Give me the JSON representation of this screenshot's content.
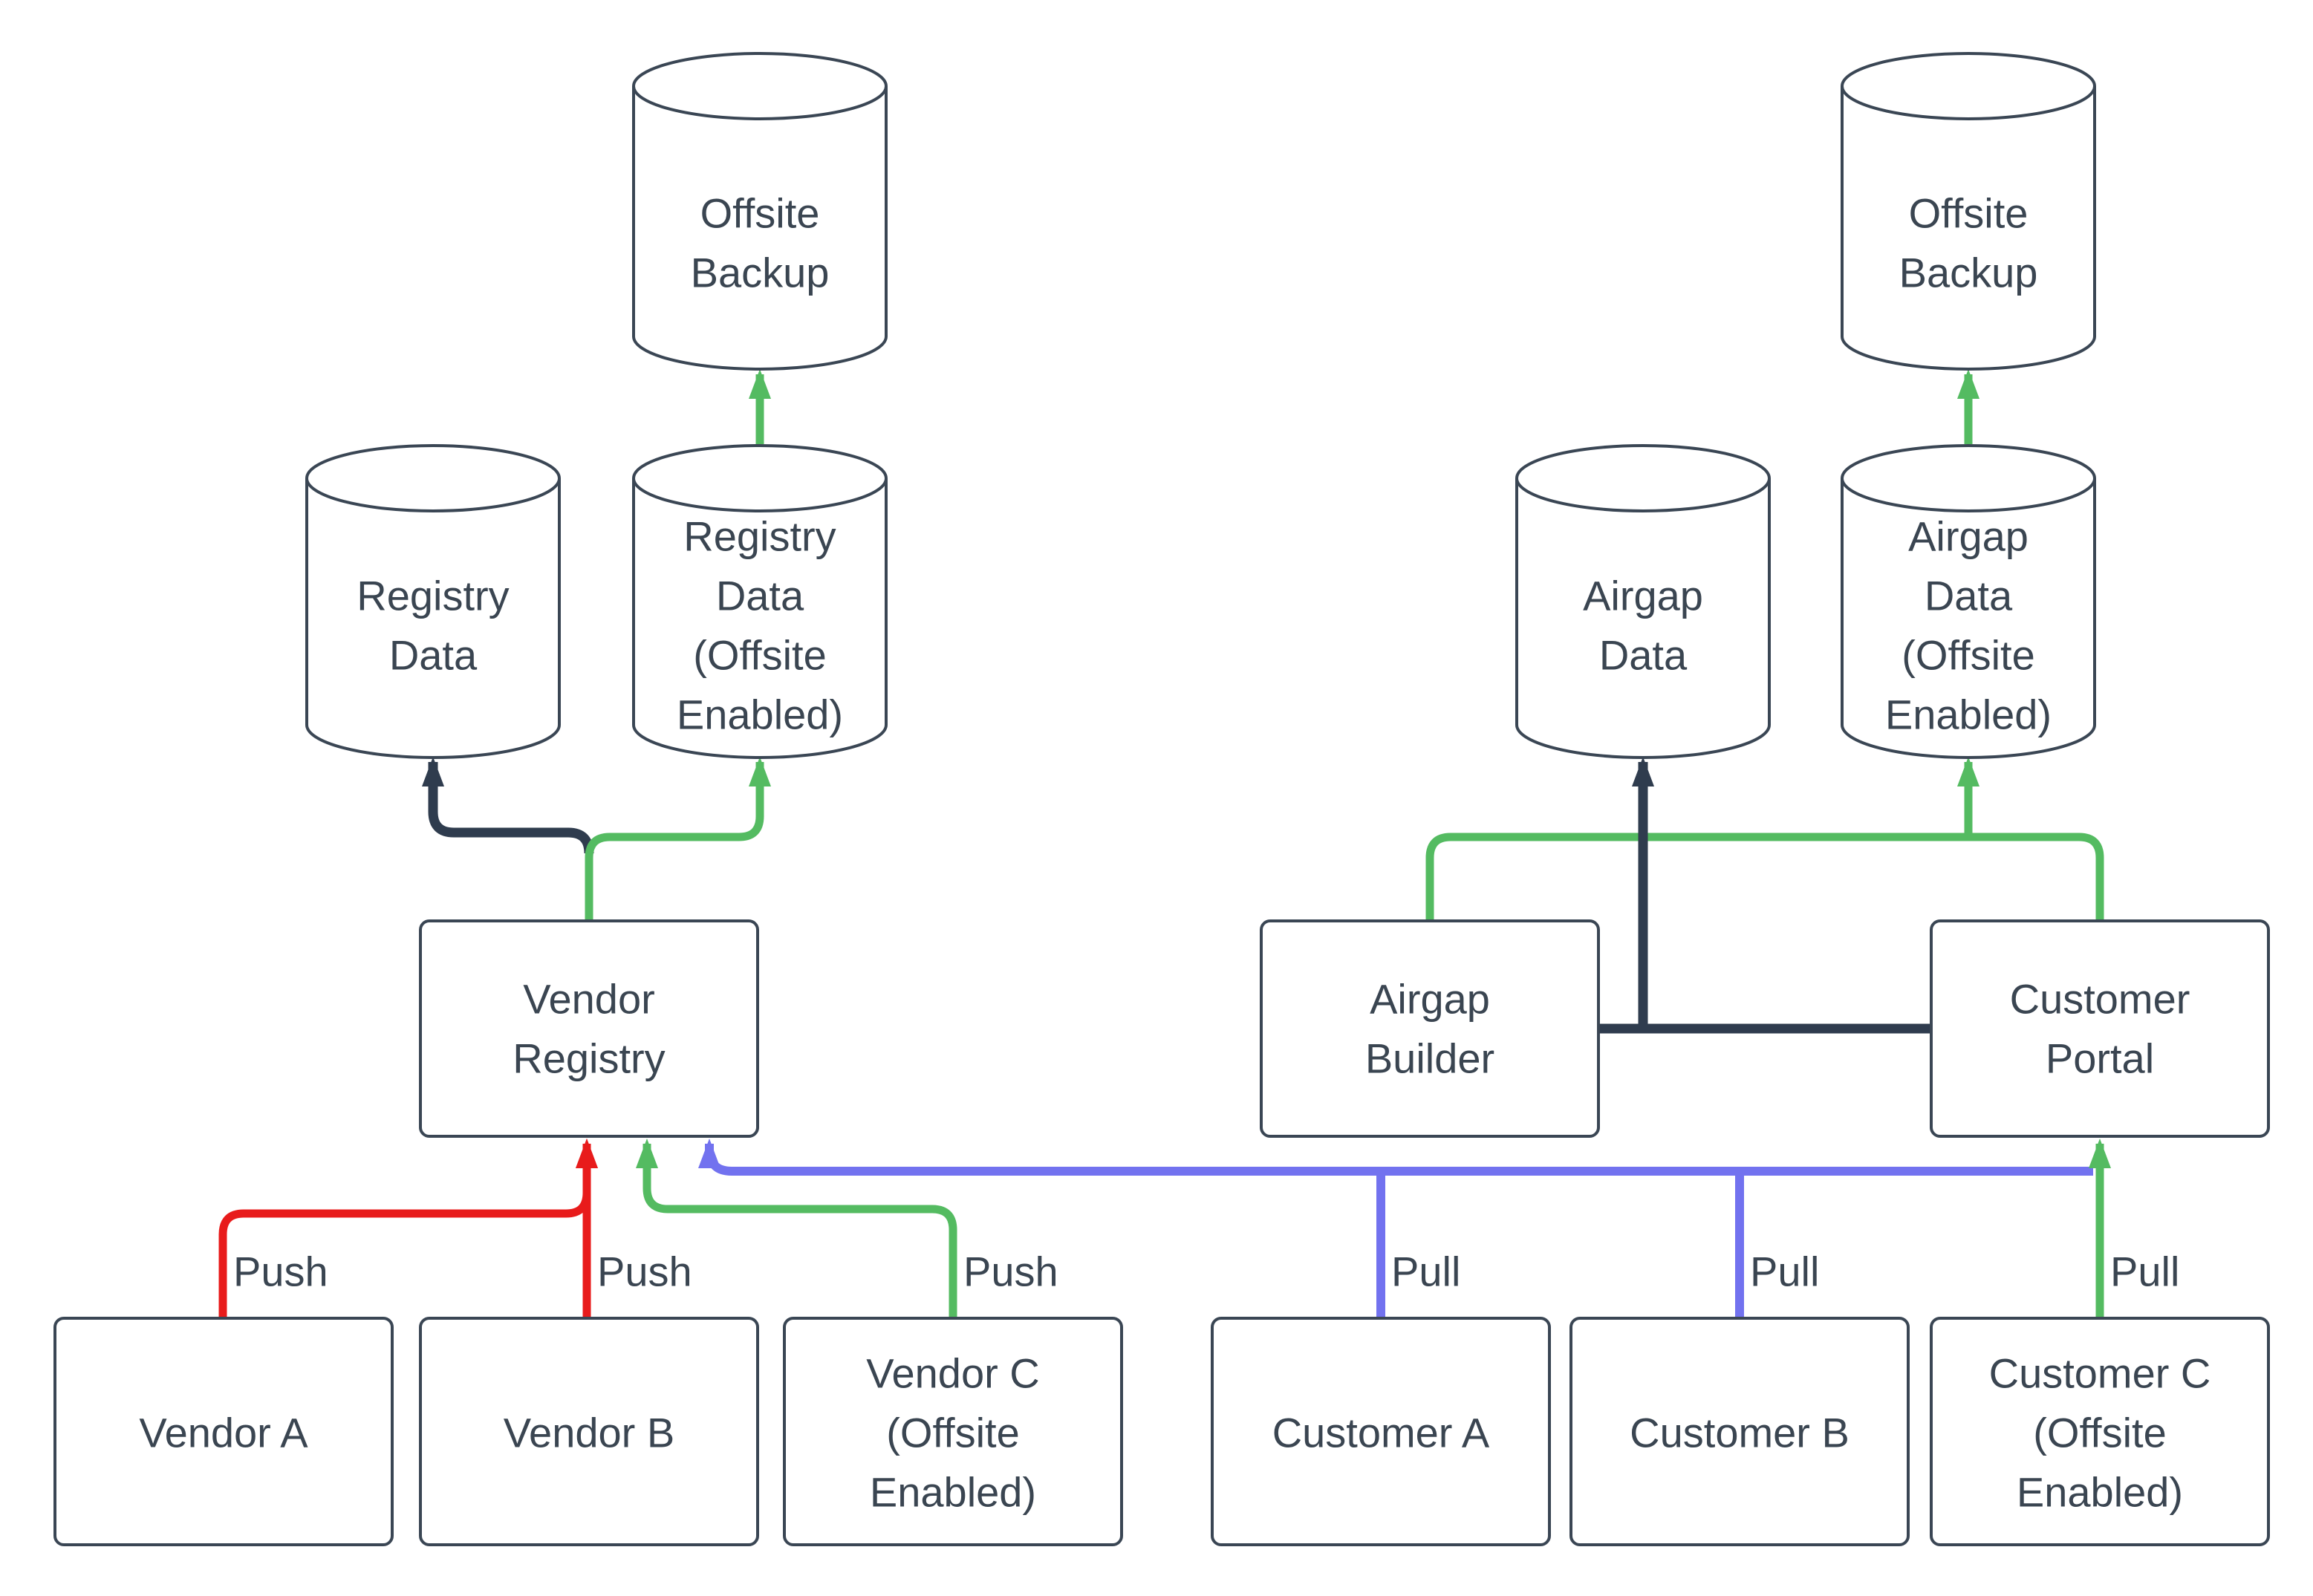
{
  "colors": {
    "red": "#E81B1B",
    "green": "#54BB61",
    "blue": "#7272EF",
    "dark": "#2F3C4E"
  },
  "nodes": {
    "offsite_backup_left": {
      "shape": "cylinder",
      "lines": [
        "Offsite",
        "Backup"
      ]
    },
    "registry_data": {
      "shape": "cylinder",
      "lines": [
        "Registry",
        "Data"
      ]
    },
    "registry_data_offsite": {
      "shape": "cylinder",
      "lines": [
        "Registry",
        "Data",
        "(Offsite",
        "Enabled)"
      ]
    },
    "offsite_backup_right": {
      "shape": "cylinder",
      "lines": [
        "Offsite",
        "Backup"
      ]
    },
    "airgap_data": {
      "shape": "cylinder",
      "lines": [
        "Airgap",
        "Data"
      ]
    },
    "airgap_data_offsite": {
      "shape": "cylinder",
      "lines": [
        "Airgap",
        "Data",
        "(Offsite",
        "Enabled)"
      ]
    },
    "vendor_registry": {
      "shape": "rectangle",
      "lines": [
        "Vendor",
        "Registry"
      ]
    },
    "airgap_builder": {
      "shape": "rectangle",
      "lines": [
        "Airgap",
        "Builder"
      ]
    },
    "customer_portal": {
      "shape": "rectangle",
      "lines": [
        "Customer",
        "Portal"
      ]
    },
    "vendor_a": {
      "shape": "rectangle",
      "lines": [
        "Vendor A"
      ]
    },
    "vendor_b": {
      "shape": "rectangle",
      "lines": [
        "Vendor B"
      ]
    },
    "vendor_c": {
      "shape": "rectangle",
      "lines": [
        "Vendor C",
        "(Offsite",
        "Enabled)"
      ]
    },
    "customer_a": {
      "shape": "rectangle",
      "lines": [
        "Customer A"
      ]
    },
    "customer_b": {
      "shape": "rectangle",
      "lines": [
        "Customer B"
      ]
    },
    "customer_c": {
      "shape": "rectangle",
      "lines": [
        "Customer C",
        "(Offsite",
        "Enabled)"
      ]
    }
  },
  "edge_labels": {
    "vendor_a": "Push",
    "vendor_b": "Push",
    "vendor_c": "Push",
    "customer_a": "Pull",
    "customer_b": "Pull",
    "customer_c": "Pull"
  }
}
